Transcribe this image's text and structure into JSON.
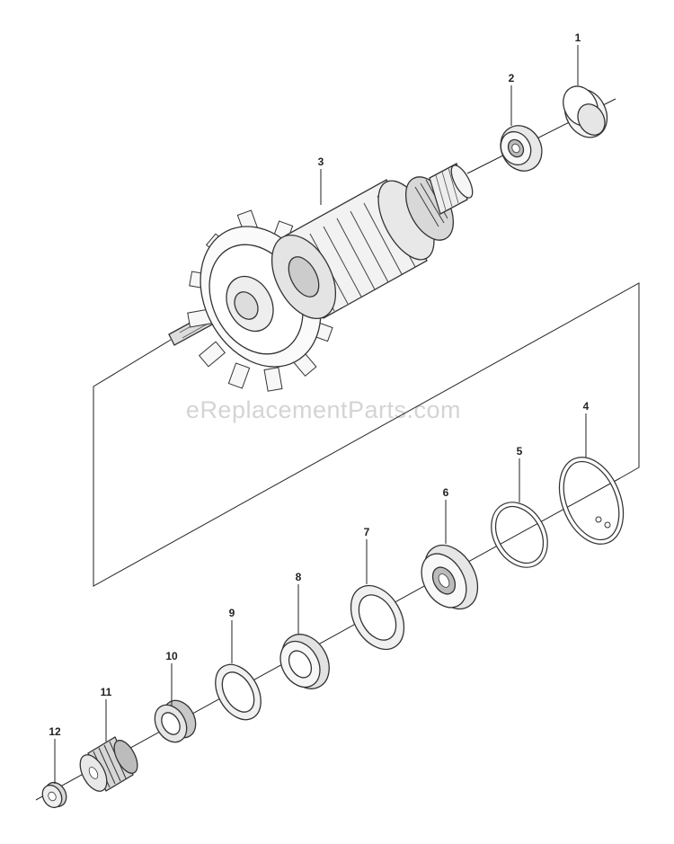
{
  "watermark": "eReplacementParts.com",
  "parts": [
    {
      "id": "1",
      "label": "1"
    },
    {
      "id": "2",
      "label": "2"
    },
    {
      "id": "3",
      "label": "3"
    },
    {
      "id": "4",
      "label": "4"
    },
    {
      "id": "5",
      "label": "5"
    },
    {
      "id": "6",
      "label": "6"
    },
    {
      "id": "7",
      "label": "7"
    },
    {
      "id": "8",
      "label": "8"
    },
    {
      "id": "9",
      "label": "9"
    },
    {
      "id": "10",
      "label": "10"
    },
    {
      "id": "11",
      "label": "11"
    },
    {
      "id": "12",
      "label": "12"
    }
  ]
}
